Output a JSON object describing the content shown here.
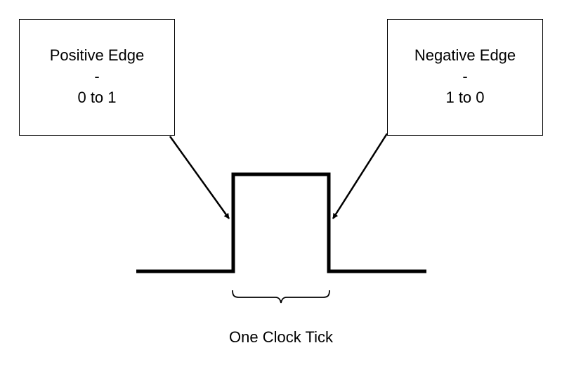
{
  "positive_box": {
    "title": "Positive Edge",
    "separator": "-",
    "transition": "0 to 1"
  },
  "negative_box": {
    "title": "Negative Edge",
    "separator": "-",
    "transition": "1 to 0"
  },
  "tick_label": "One Clock Tick",
  "colors": {
    "line": "#000000",
    "background": "#ffffff"
  }
}
